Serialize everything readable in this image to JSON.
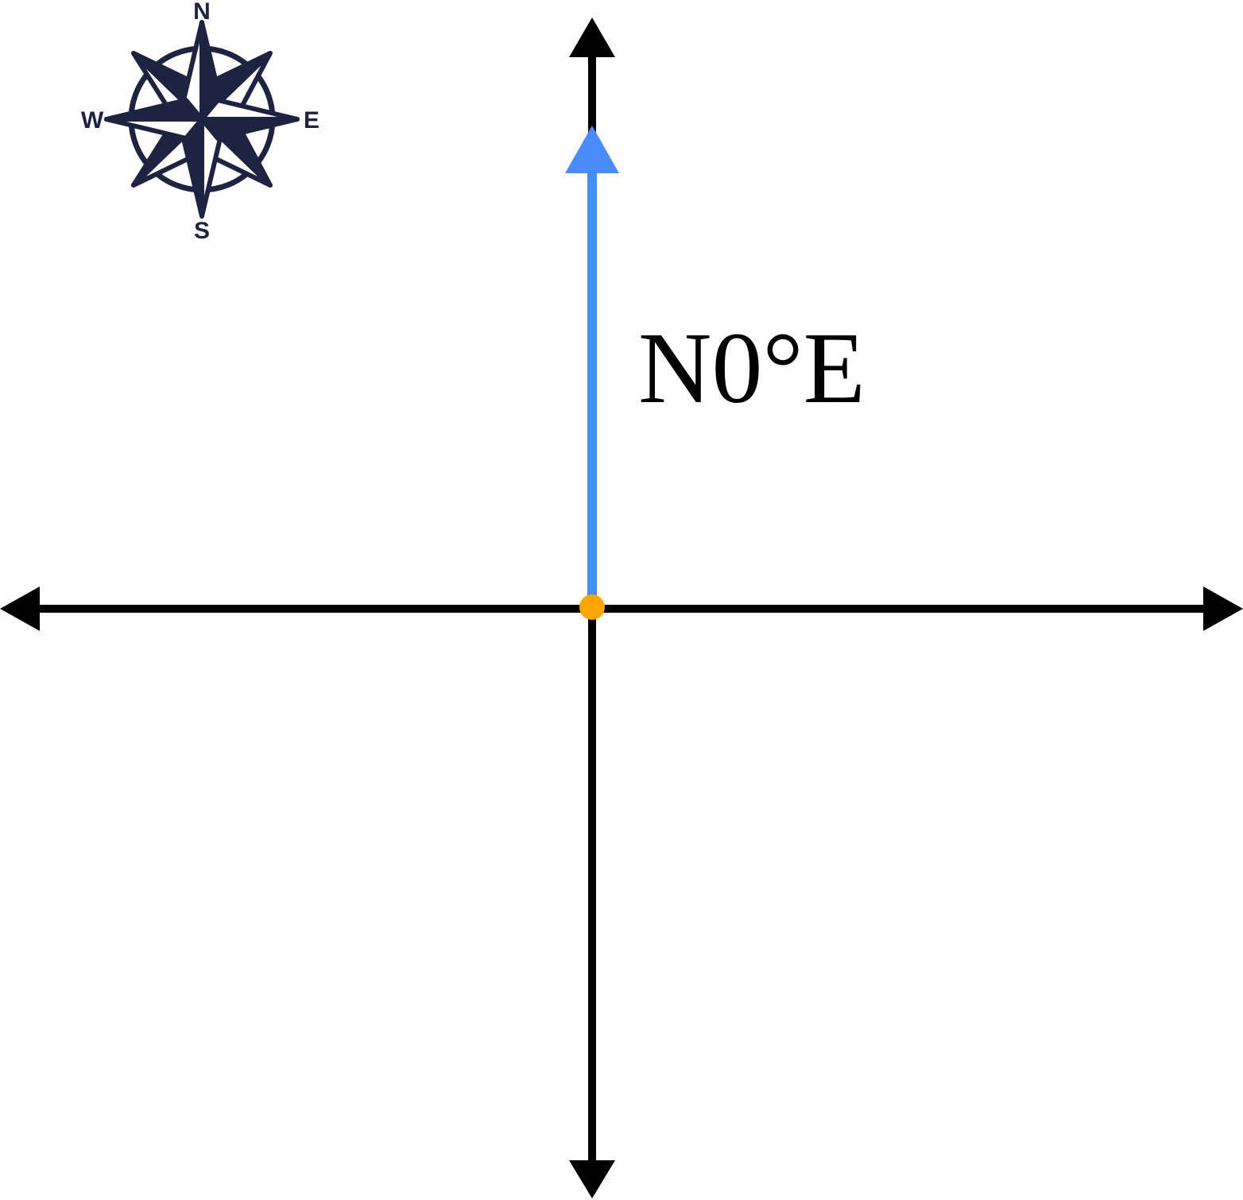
{
  "compass": {
    "north": "N",
    "south": "S",
    "east": "E",
    "west": "W",
    "icon": "compass-rose-icon",
    "color": "#1d2340"
  },
  "bearing": {
    "label": "N0°E",
    "degrees": 0
  },
  "colors": {
    "axes": "#000000",
    "vector": "#4a8cff",
    "origin": "#ffa500"
  }
}
